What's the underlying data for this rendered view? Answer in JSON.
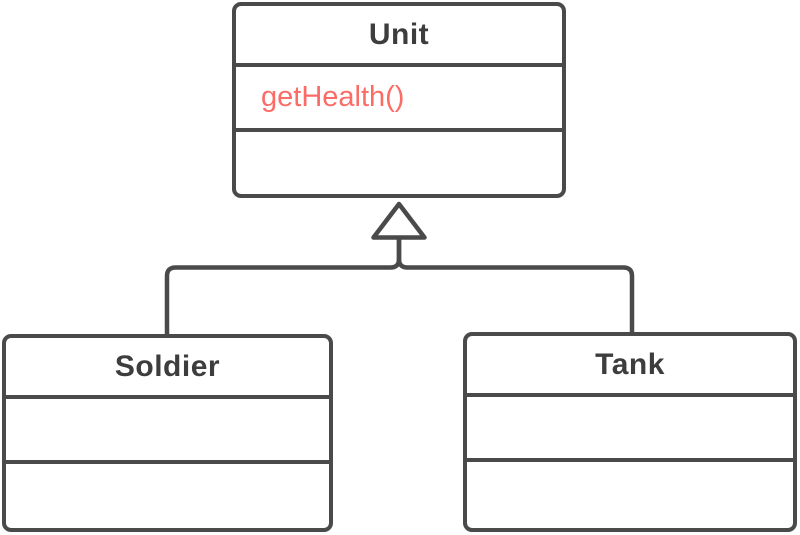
{
  "diagram": {
    "type": "uml-class-diagram",
    "classes": [
      {
        "id": "unit",
        "name": "Unit",
        "members": [
          "getHealth()"
        ]
      },
      {
        "id": "soldier",
        "name": "Soldier",
        "members": []
      },
      {
        "id": "tank",
        "name": "Tank",
        "members": []
      }
    ],
    "relationships": [
      {
        "from": "Soldier",
        "to": "Unit",
        "type": "inheritance"
      },
      {
        "from": "Tank",
        "to": "Unit",
        "type": "inheritance"
      }
    ],
    "colors": {
      "shape_stroke": "#4a4a4a",
      "shape_fill": "#ffffff",
      "title_text": "#3d3d3d",
      "member_text": "#fb6c67"
    }
  }
}
